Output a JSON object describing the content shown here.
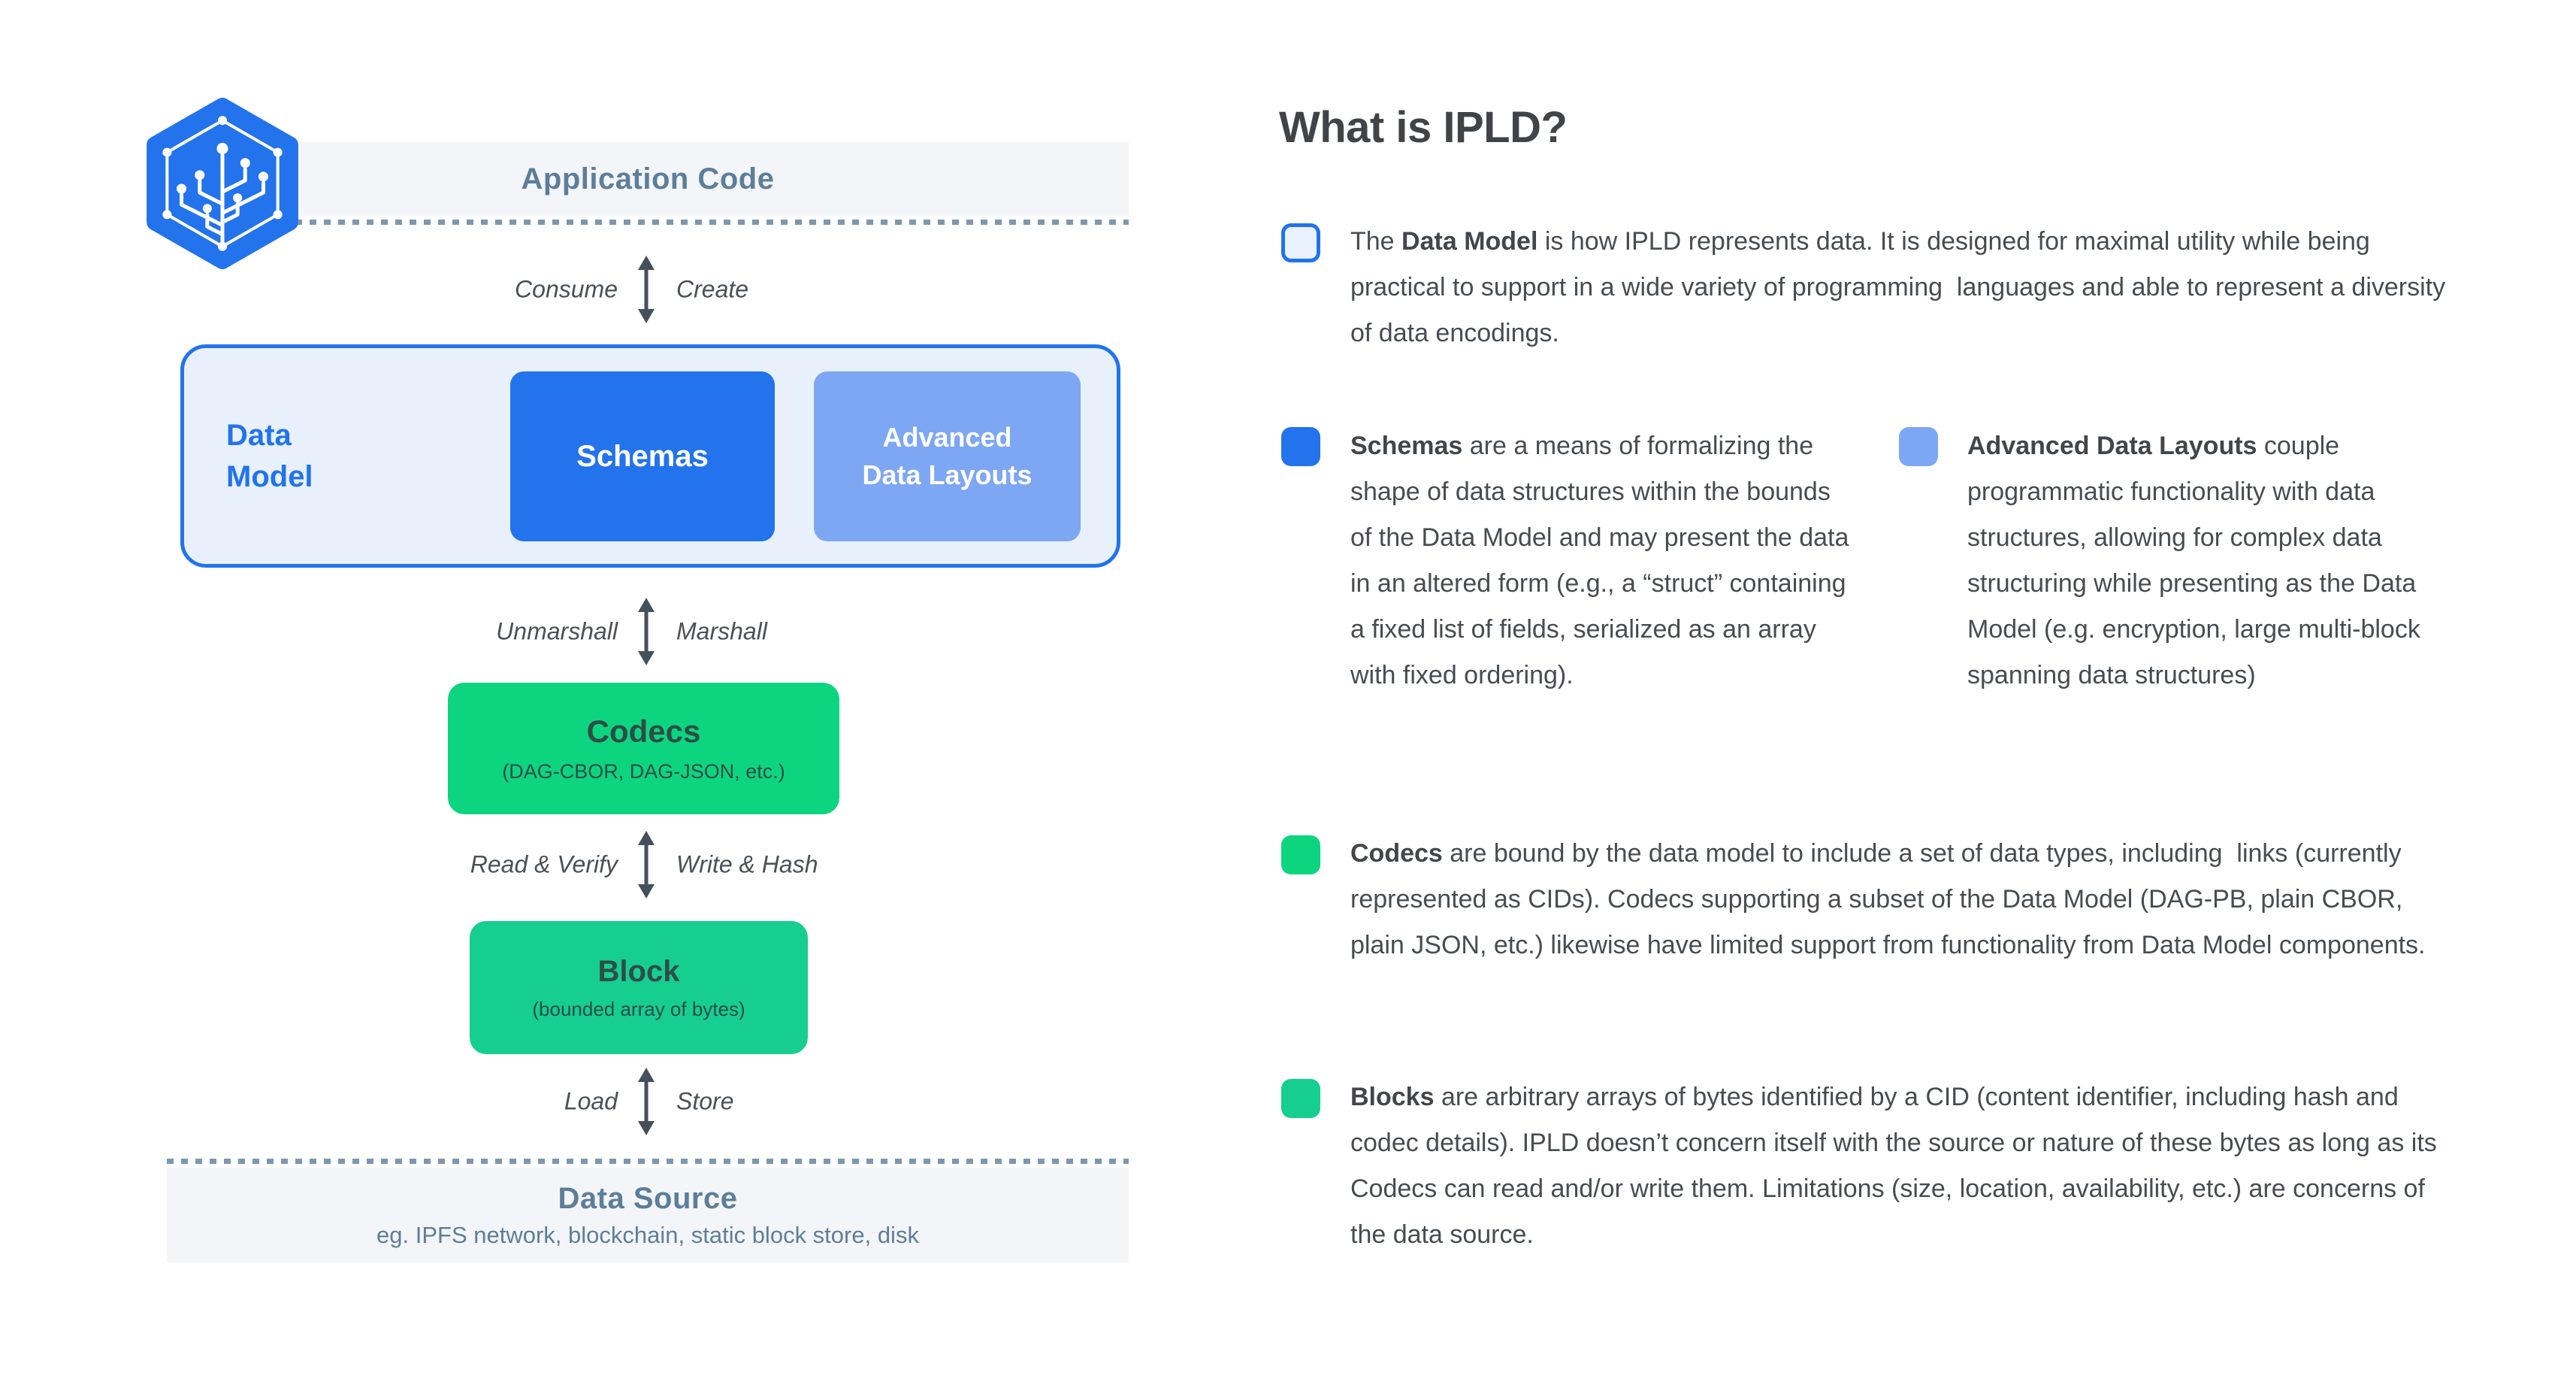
{
  "colors": {
    "blue": "#2273EC",
    "light_blue": "#7DA7F2",
    "pale_blue_fill": "#E8F0FC",
    "green": "#0DD57F",
    "teal_green": "#16CE90",
    "bar_background": "#F3F5F8",
    "slate_text": "#5D7E9A",
    "body_text": "#474C52",
    "box_text_dark": "#2E4D47"
  },
  "diagram": {
    "application_code": {
      "label": "Application Code"
    },
    "arrows": {
      "consume": "Consume",
      "create": "Create",
      "unmarshall": "Unmarshall",
      "marshall": "Marshall",
      "read_verify": "Read & Verify",
      "write_hash": "Write & Hash",
      "load": "Load",
      "store": "Store"
    },
    "data_model": {
      "label": "Data Model",
      "schemas": "Schemas",
      "advanced_data_layouts": "Advanced Data Layouts"
    },
    "codecs": {
      "title": "Codecs",
      "subtitle": "(DAG-CBOR, DAG-JSON, etc.)"
    },
    "block": {
      "title": "Block",
      "subtitle": "(bounded array of bytes)"
    },
    "data_source": {
      "title": "Data Source",
      "subtitle": "eg. IPFS network, blockchain, static block store, disk"
    }
  },
  "explainer": {
    "heading": "What is IPLD?",
    "data_model": {
      "prefix": "The ",
      "term": "Data Model",
      "body": " is how IPLD represents data. It is designed for maximal utility while being practical to support in a wide variety of programming  languages and able to represent a diversity of data encodings."
    },
    "schemas": {
      "prefix": "",
      "term": "Schemas",
      "body": " are a means of formalizing the shape of data structures within the bounds of the Data Model and may present the data in an altered form (e.g., a “struct” containing a fixed list of fields, serialized as an array with fixed ordering)."
    },
    "advanced_data_layouts": {
      "prefix": "",
      "term": "Advanced Data Layouts",
      "body": " couple programmatic functionality with data structures, allowing for complex data structuring while presenting as the Data Model (e.g. encryption, large multi-block spanning data structures)"
    },
    "codecs": {
      "prefix": "",
      "term": "Codecs",
      "body": " are bound by the data model to include a set of data types, including  links (currently represented as CIDs). Codecs supporting a subset of the Data Model (DAG-PB, plain CBOR, plain JSON, etc.) likewise have limited support from functionality from Data Model components."
    },
    "blocks": {
      "prefix": "",
      "term": "Blocks",
      "body": " are arbitrary arrays of bytes identified by a CID (content identifier, including hash and codec details). IPLD doesn’t concern itself with the source or nature of these bytes as long as its Codecs can read and/or write them. Limitations (size, location, availability, etc.) are concerns of the data source."
    }
  }
}
